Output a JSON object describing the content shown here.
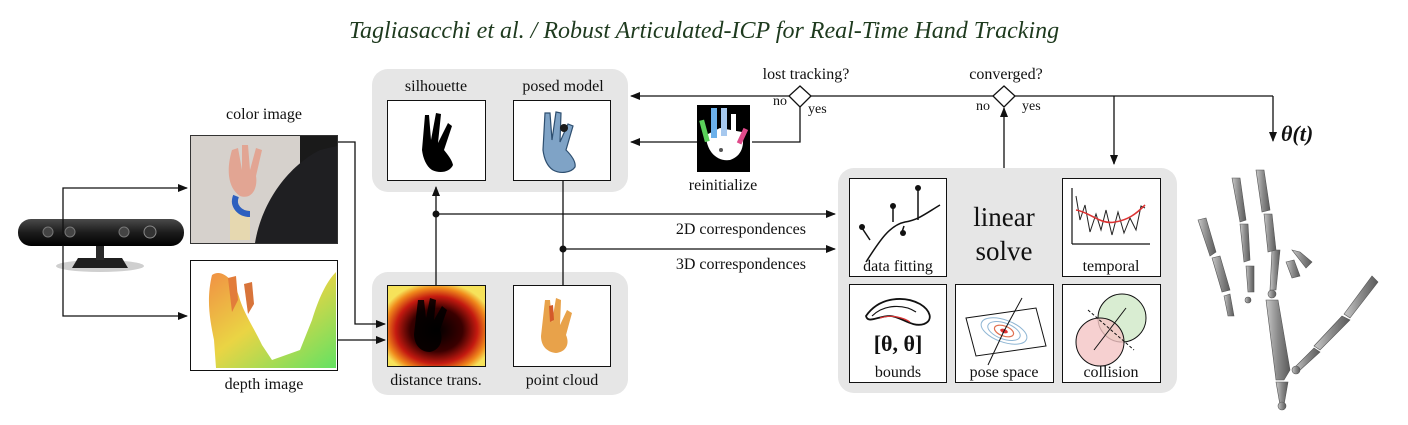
{
  "header": {
    "title": "Tagliasacchi et al. / Robust Articulated-ICP for Real-Time Hand Tracking"
  },
  "inputs": {
    "color_label": "color image",
    "depth_label": "depth image"
  },
  "top_panel": {
    "silhouette_label": "silhouette",
    "posed_label": "posed model"
  },
  "bottom_panel": {
    "distance_label": "distance trans.",
    "cloud_label": "point cloud"
  },
  "flow": {
    "corr2d": "2D correspondences",
    "corr3d": "3D correspondences",
    "lost_q": "lost tracking?",
    "converged_q": "converged?",
    "no": "no",
    "yes": "yes",
    "reinit_label": "reinitialize",
    "theta": "θ(t)"
  },
  "solver": {
    "solve_line1": "linear",
    "solve_line2": "solve",
    "data_fitting": "data fitting",
    "temporal": "temporal",
    "bounds_formula": "[θ, θ]",
    "bounds": "bounds",
    "pose_space": "pose space",
    "collision": "collision"
  }
}
